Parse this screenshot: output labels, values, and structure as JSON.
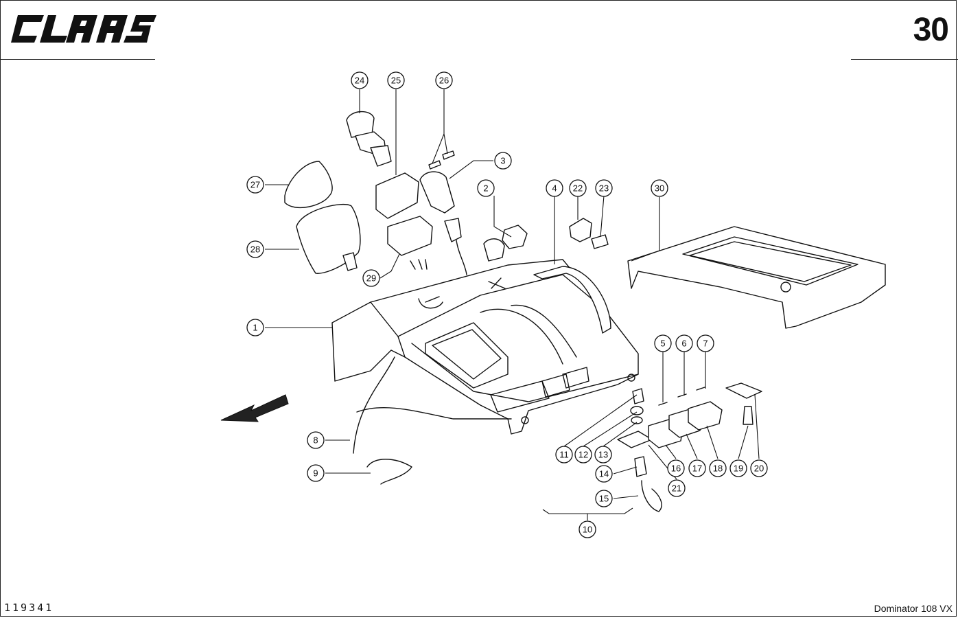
{
  "header": {
    "brand": "CLAAS",
    "page_number": "30"
  },
  "footer": {
    "drawing_id": "119341",
    "model": "Dominator 108 VX"
  },
  "callouts": [
    {
      "label": "1"
    },
    {
      "label": "2"
    },
    {
      "label": "3"
    },
    {
      "label": "4"
    },
    {
      "label": "5"
    },
    {
      "label": "6"
    },
    {
      "label": "7"
    },
    {
      "label": "8"
    },
    {
      "label": "9"
    },
    {
      "label": "10"
    },
    {
      "label": "11"
    },
    {
      "label": "12"
    },
    {
      "label": "13"
    },
    {
      "label": "14"
    },
    {
      "label": "15"
    },
    {
      "label": "16"
    },
    {
      "label": "17"
    },
    {
      "label": "18"
    },
    {
      "label": "19"
    },
    {
      "label": "20"
    },
    {
      "label": "21"
    },
    {
      "label": "22"
    },
    {
      "label": "23"
    },
    {
      "label": "24"
    },
    {
      "label": "25"
    },
    {
      "label": "26"
    },
    {
      "label": "27"
    },
    {
      "label": "28"
    },
    {
      "label": "29"
    },
    {
      "label": "30"
    }
  ]
}
